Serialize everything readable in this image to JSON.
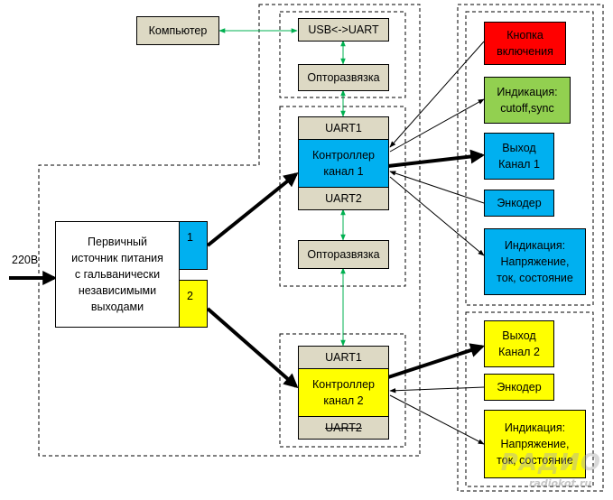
{
  "input_label": "220В",
  "psu": {
    "label": "Первичный\nисточник питания\nс гальванически\nнезависимыми\nвыходами",
    "out1": "1",
    "out2": "2"
  },
  "computer": "Компьютер",
  "usb_uart": "USB<->UART",
  "opto1": "Опторазвязка",
  "opto2": "Опторазвязка",
  "ctrl1": {
    "uart1": "UART1",
    "label": "Контроллер\nканал 1",
    "uart2": "UART2"
  },
  "ctrl2": {
    "uart1": "UART1",
    "label": "Контроллер\nканал 2",
    "uart2": "UART2"
  },
  "right_top": {
    "power_button": "Кнопка\nвключения",
    "indication_sync": "Индикация:\ncutoff,sync",
    "output1": "Выход\nКанал 1",
    "encoder1": "Энкодер",
    "indication1": "Индикация:\nНапряжение,\nток, состояние"
  },
  "right_bottom": {
    "output2": "Выход\nКанал 2",
    "encoder2": "Энкодер",
    "indication2": "Индикация:\nНапряжение,\nток, состояние"
  },
  "colors": {
    "tan": "#ddd9c4",
    "blue": "#00b0f0",
    "yellow": "#ffff00",
    "red": "#ff0000",
    "green": "#92d050",
    "link": "#00b050"
  },
  "watermark": {
    "logo": "РАДИО",
    "text": "radiokot.ru"
  }
}
